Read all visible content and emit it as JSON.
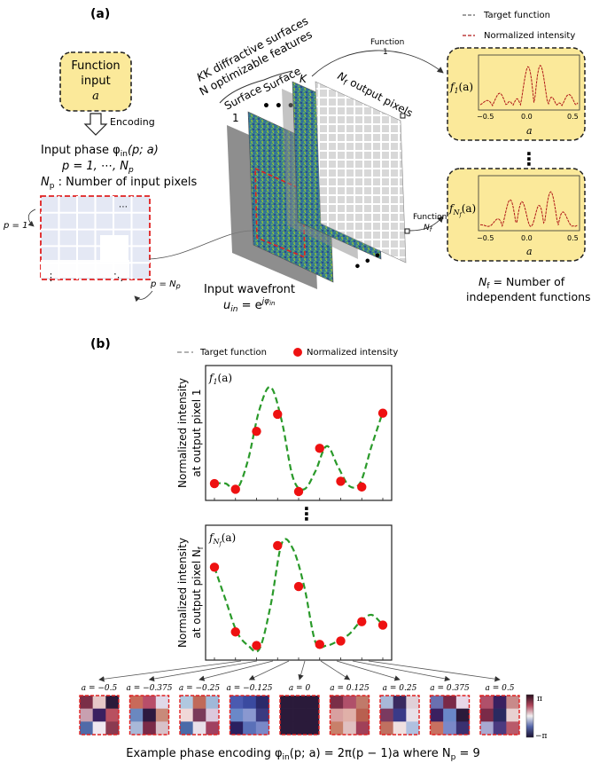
{
  "panel_a": {
    "label": "(a)",
    "input_box": {
      "line1": "Function",
      "line2": "input",
      "var": "a"
    },
    "encoding_label": "Encoding",
    "input_phase": {
      "line1": "Input phase φ",
      "sub": "in",
      "line1_tail": "(p; a)",
      "line2": "p = 1, ⋯, N",
      "line2_sub": "p",
      "line3_pre": "N",
      "line3_sub": "p",
      "line3": " : Number of input pixels"
    },
    "grid": {
      "dots_top": "⋯",
      "dots_left": "⋮",
      "dots_diag": "⋱",
      "p1": "p = 1",
      "pN": "p = N",
      "pN_sub": "p"
    },
    "surfaces": {
      "k_line": "K diffractive surfaces",
      "n_line": "N optimizable features",
      "surface1": "Surface",
      "surface1_num": "1",
      "surfaceK": "Surface",
      "surfaceK_num": "K",
      "dots": "• • •",
      "dots_bottom": "• • •"
    },
    "output_pixels": {
      "label_pre": "N",
      "label_sub": "f",
      "label": " output pixels"
    },
    "wavefront": {
      "line1": "Input wavefront",
      "line2": "u",
      "line2_sub": "in",
      "line2_tail": " = e",
      "exp": "jφ",
      "exp_sub": "in"
    },
    "function1": {
      "line1": "Function",
      "line2": "1"
    },
    "functionN": {
      "line1": "Function",
      "line2": "N",
      "line2_sub": "f"
    },
    "legend": {
      "target": "Target function",
      "normalized": "Normalized intensity"
    },
    "plot1": {
      "fn": "f",
      "fn_sub": "1",
      "fn_tail": "(a)",
      "ticks": [
        "−0.5",
        "0.0",
        "0.5"
      ],
      "xlabel": "a"
    },
    "plotN": {
      "fn": "f",
      "fn_sub": "N",
      "fn_sub2": "f",
      "fn_tail": "(a)",
      "ticks": [
        "−0.5",
        "0.0",
        "0.5"
      ],
      "xlabel": "a"
    },
    "vdots": "⋮",
    "nf_caption": {
      "line1_pre": "N",
      "line1_sub": "f",
      "line1": " = Number of",
      "line2": "independent functions"
    }
  },
  "panel_b": {
    "label": "(b)",
    "legend": {
      "target": "Target function",
      "normalized": "Normalized intensity"
    },
    "plot1": {
      "fn": "f",
      "fn_sub": "1",
      "fn_tail": "(a)",
      "ylabel1": "Normalized intensity",
      "ylabel2": "at output pixel 1"
    },
    "plotN": {
      "fn": "f",
      "fn_sub": "N",
      "fn_sub2": "f",
      "fn_tail": "(a)",
      "ylabel1": "Normalized intensity",
      "ylabel2": "at output pixel N",
      "ylabel2_sub": "f"
    },
    "vdots": "⋮",
    "a_labels": [
      "a = −0.5",
      "a = −0.375",
      "a = −0.25",
      "a = −0.125",
      "a = 0",
      "a = 0.125",
      "a = 0.25",
      "a = 0.375",
      "a = 0.5"
    ],
    "colorbar": {
      "top": "π",
      "bottom": "−π"
    },
    "caption": {
      "pre": "Example phase encoding φ",
      "sub": "in",
      "mid": "(p; a) = 2π(p − 1)a where N",
      "sub2": "p",
      "tail": " = 9"
    }
  },
  "colors": {
    "yellow_fill": "#fbe99a",
    "red_dashed": "#e02020",
    "green_dashed": "#2a9a2a",
    "red_dot": "#ee1111",
    "dark_red_line": "#b01818",
    "grid_fill": "#e4e8f4"
  },
  "chart_data": [
    {
      "type": "scatter",
      "title": "f1(a)",
      "ylabel": "Normalized intensity at output pixel 1",
      "points": [
        0.07,
        0.02,
        0.53,
        0.68,
        0.0,
        0.38,
        0.09,
        0.04,
        0.69
      ],
      "curve": [
        0.07,
        0.07,
        0.02,
        0.28,
        0.72,
        0.92,
        0.62,
        0.12,
        0.02,
        0.18,
        0.4,
        0.22,
        0.05,
        0.08,
        0.4,
        0.7
      ]
    },
    {
      "type": "scatter",
      "title": "fNf(a)",
      "ylabel": "Normalized intensity at output pixel Nf",
      "points": [
        0.74,
        0.17,
        0.05,
        0.93,
        0.57,
        0.06,
        0.09,
        0.26,
        0.23
      ],
      "curve": [
        0.74,
        0.45,
        0.17,
        0.05,
        0.02,
        0.4,
        0.95,
        0.9,
        0.57,
        0.08,
        0.05,
        0.09,
        0.15,
        0.26,
        0.32,
        0.23
      ]
    }
  ]
}
